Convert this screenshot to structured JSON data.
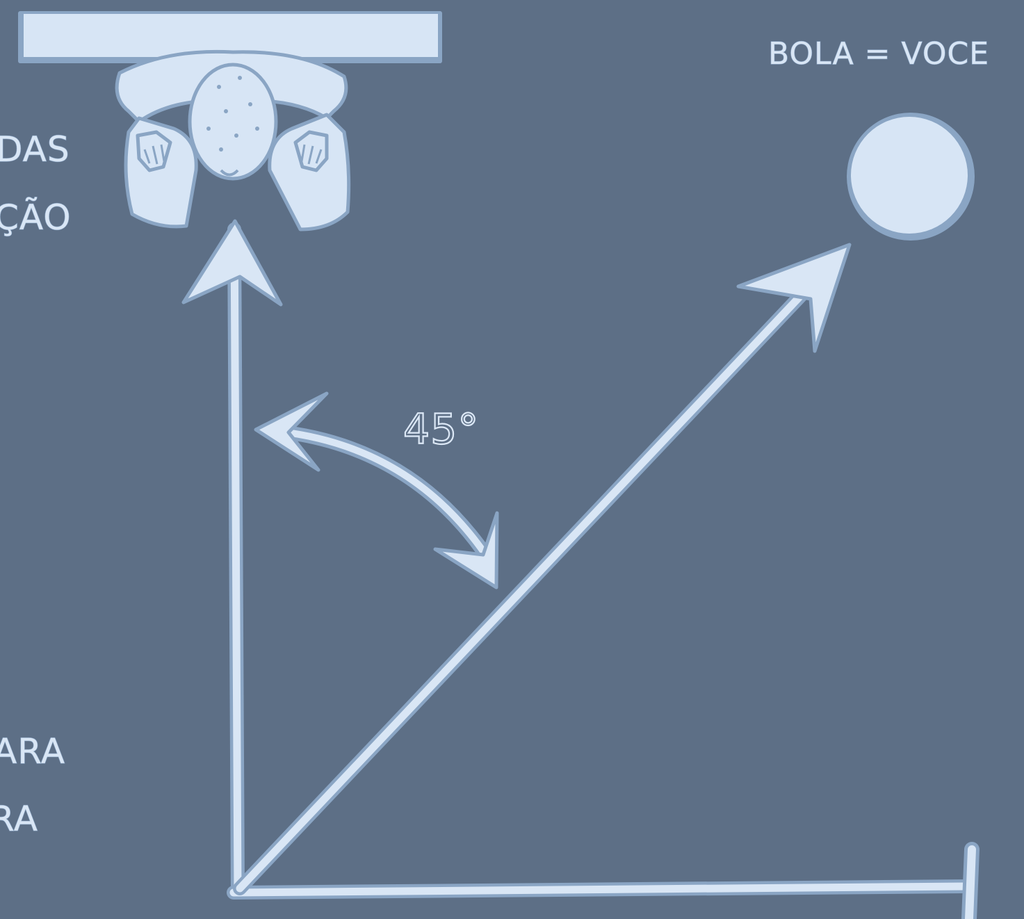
{
  "background_color": "#5d6f86",
  "foreground_color": "#d9e6f5",
  "outline_color": "#8aa5c4",
  "labels": {
    "ball_equals_you": "BOLA = VOCE",
    "angle": "45°",
    "left_fragment_1": "DAS",
    "left_fragment_2": "ÇÃO",
    "left_fragment_3": "ARA",
    "left_fragment_4": "RA"
  },
  "icons": {
    "wall": "horizontal-bar",
    "person": "person-top-view",
    "ball": "circle"
  }
}
